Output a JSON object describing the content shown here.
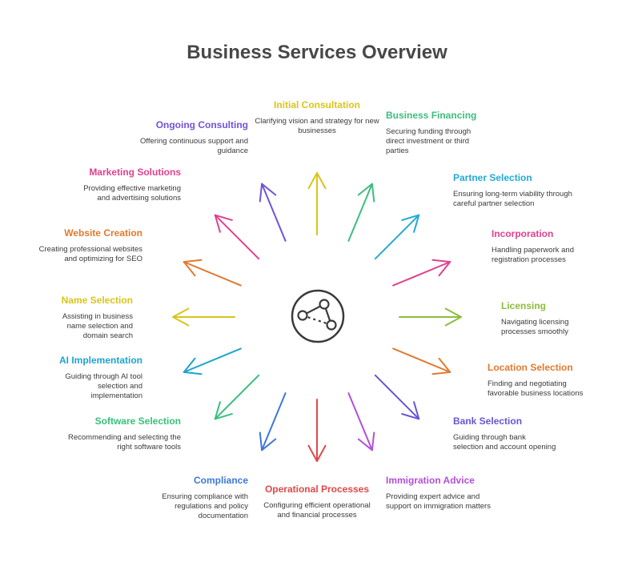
{
  "title": "Business Services Overview",
  "hub_icon": "network-nodes-icon",
  "services": [
    {
      "key": "initial-consultation",
      "title": "Initial Consultation",
      "desc": "Clarifying vision and strategy for new businesses",
      "color": "#d8c51a"
    },
    {
      "key": "business-financing",
      "title": "Business Financing",
      "desc": "Securing funding through direct investment or third parties",
      "color": "#3dbd7d"
    },
    {
      "key": "partner-selection",
      "title": "Partner Selection",
      "desc": "Ensuring long-term viability through careful partner selection",
      "color": "#22a9d6"
    },
    {
      "key": "incorporation",
      "title": "Incorporation",
      "desc": "Handling paperwork and registration processes",
      "color": "#e0418f"
    },
    {
      "key": "licensing",
      "title": "Licensing",
      "desc": "Navigating licensing processes smoothly",
      "color": "#8cbd3a"
    },
    {
      "key": "location-selection",
      "title": "Location Selection",
      "desc": "Finding and negotiating favorable business locations",
      "color": "#e07a2e"
    },
    {
      "key": "bank-selection",
      "title": "Bank Selection",
      "desc": "Guiding through bank selection and account opening",
      "color": "#6655d4"
    },
    {
      "key": "immigration-advice",
      "title": "Immigration Advice",
      "desc": "Providing expert advice and support on immigration matters",
      "color": "#b24fdb"
    },
    {
      "key": "operational-processes",
      "title": "Operational Processes",
      "desc": "Configuring efficient operational and financial processes",
      "color": "#e04848"
    },
    {
      "key": "compliance",
      "title": "Compliance",
      "desc": "Ensuring compliance with regulations and policy documentation",
      "color": "#3d77d8"
    },
    {
      "key": "software-selection",
      "title": "Software Selection",
      "desc": "Recommending and selecting the right software tools",
      "color": "#36c17a"
    },
    {
      "key": "ai-implementation",
      "title": "AI Implementation",
      "desc": "Guiding through AI tool selection and implementation",
      "color": "#1ea3cf"
    },
    {
      "key": "name-selection",
      "title": "Name Selection",
      "desc": "Assisting in business name selection and domain search",
      "color": "#d8c51a"
    },
    {
      "key": "website-creation",
      "title": "Website Creation",
      "desc": "Creating professional websites and optimizing for SEO",
      "color": "#e07a2e"
    },
    {
      "key": "marketing-solutions",
      "title": "Marketing Solutions",
      "desc": "Providing effective marketing and advertising solutions",
      "color": "#e0418f"
    },
    {
      "key": "ongoing-consulting",
      "title": "Ongoing Consulting",
      "desc": "Offering continuous support and guidance",
      "color": "#7053d8"
    }
  ]
}
